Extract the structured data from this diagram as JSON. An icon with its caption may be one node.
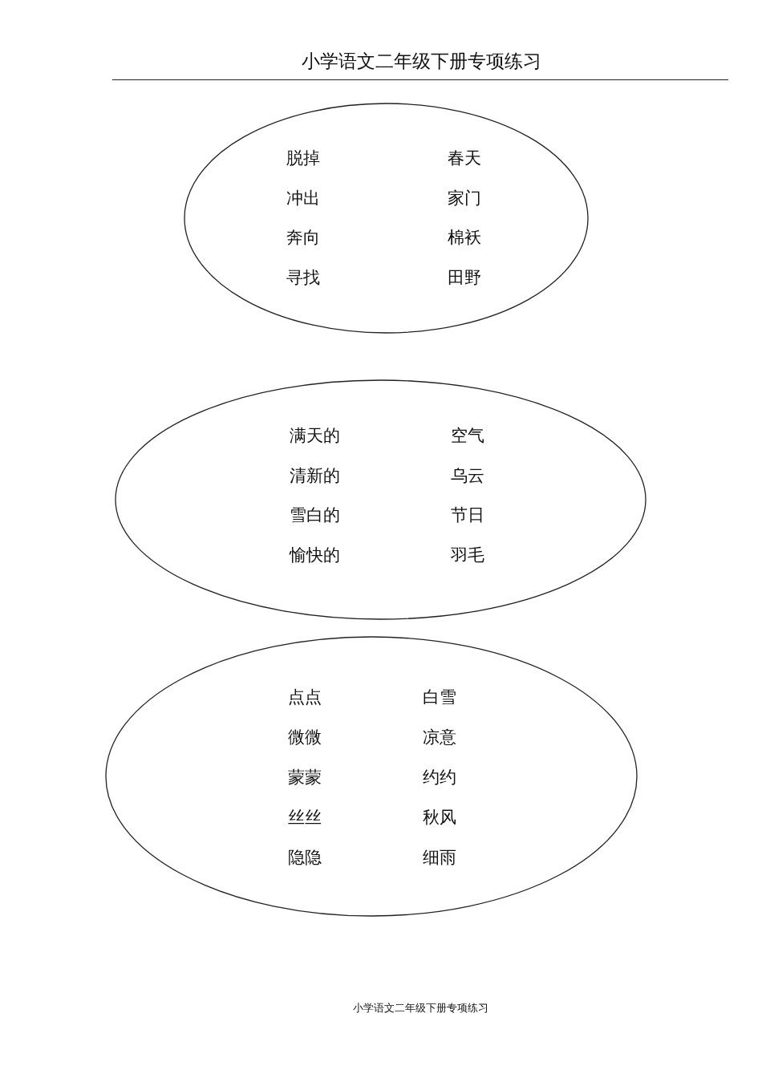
{
  "diagram": {
    "title": "小学语文二年级下册专项练习",
    "nodes": [
      {
        "text": [
          "脱掉",
          "春天",
          "冲出",
          "家门",
          "奔向",
          "棉袄",
          "寻找",
          "田野"
        ]
      },
      {
        "text": [
          "满天的",
          "空气",
          "清新的",
          "乌云",
          "雪白的",
          "节日",
          "愉快的",
          "羽毛"
        ]
      },
      {
        "text": [
          "点点",
          "白雪",
          "微微",
          "凉意",
          "蒙蒙",
          "约约",
          "丝丝",
          "秋风",
          "隐隐",
          "细雨"
        ]
      }
    ],
    "caption": "小学语文二年级下册专项练习"
  }
}
